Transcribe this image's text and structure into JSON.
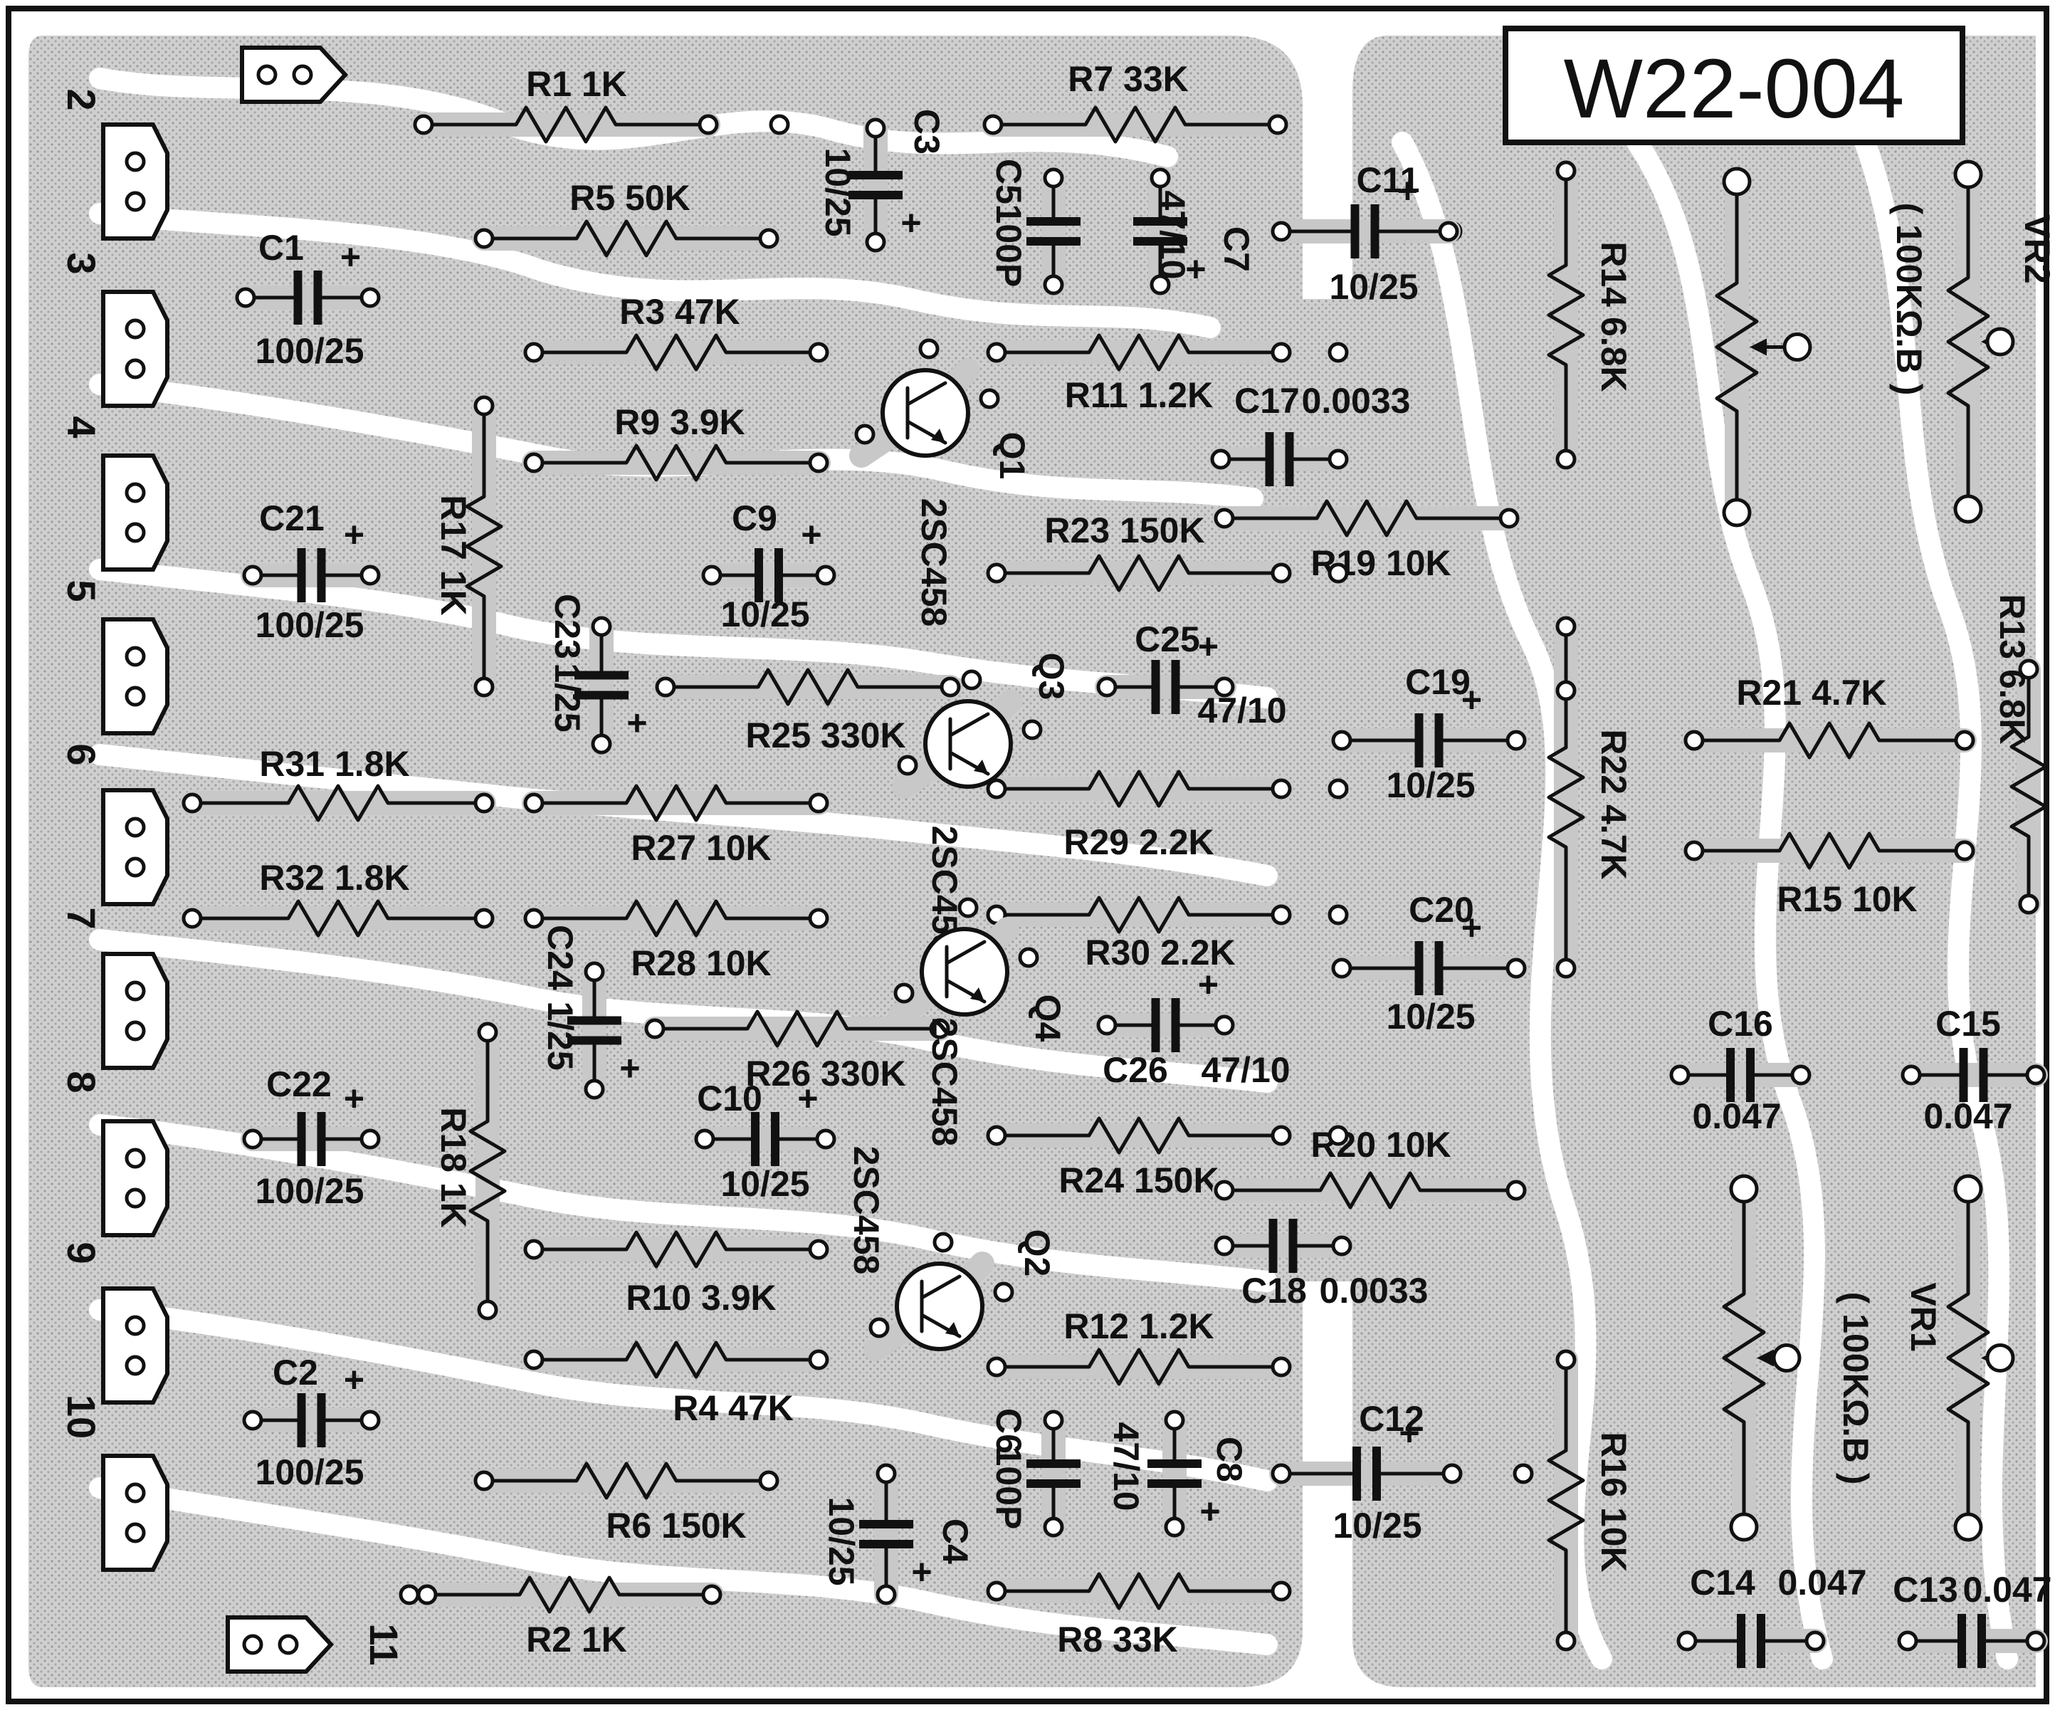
{
  "board_id": "W22-004",
  "edge_pins": [
    "2",
    "3",
    "4",
    "5",
    "6",
    "7",
    "8",
    "9",
    "10",
    "11"
  ],
  "colors": {
    "board": "#ffffff",
    "copper": "#c8c8c8",
    "ink": "#111111"
  },
  "resistors": [
    {
      "id": "r1",
      "label": "R1  1K"
    },
    {
      "id": "r2",
      "label": "R2  1K"
    },
    {
      "id": "r3",
      "label": "R3 47K"
    },
    {
      "id": "r4",
      "label": "R4  47K"
    },
    {
      "id": "r5",
      "label": "R5  50K"
    },
    {
      "id": "r6",
      "label": "R6  150K"
    },
    {
      "id": "r7",
      "label": "R7  33K"
    },
    {
      "id": "r8",
      "label": "R8  33K"
    },
    {
      "id": "r9",
      "label": "R9  3.9K"
    },
    {
      "id": "r10",
      "label": "R10 3.9K"
    },
    {
      "id": "r11",
      "label": "R11 1.2K"
    },
    {
      "id": "r12",
      "label": "R12 1.2K"
    },
    {
      "id": "r13",
      "label": "R13 6.8K"
    },
    {
      "id": "r14",
      "label": "R14 6.8K"
    },
    {
      "id": "r15",
      "label": "R15 10K"
    },
    {
      "id": "r16",
      "label": "R16 10K"
    },
    {
      "id": "r17",
      "label": "R17 1K"
    },
    {
      "id": "r18",
      "label": "R18 1K"
    },
    {
      "id": "r19",
      "label": "R19 10K"
    },
    {
      "id": "r20",
      "label": "R20 10K"
    },
    {
      "id": "r21",
      "label": "R21 4.7K"
    },
    {
      "id": "r22",
      "label": "R22 4.7K"
    },
    {
      "id": "r23",
      "label": "R23 150K"
    },
    {
      "id": "r24",
      "label": "R24 150K"
    },
    {
      "id": "r25",
      "label": "R25 330K"
    },
    {
      "id": "r26",
      "label": "R26 330K"
    },
    {
      "id": "r27",
      "label": "R27 10K"
    },
    {
      "id": "r28",
      "label": "R28 10K"
    },
    {
      "id": "r29",
      "label": "R29 2.2K"
    },
    {
      "id": "r30",
      "label": "R30 2.2K"
    },
    {
      "id": "r31",
      "label": "R31 1.8K"
    },
    {
      "id": "r32",
      "label": "R32 1.8K"
    }
  ],
  "capacitors": [
    {
      "id": "c1",
      "name": "C1",
      "value": "100/25"
    },
    {
      "id": "c2",
      "name": "C2",
      "value": "100/25"
    },
    {
      "id": "c3",
      "name": "C3",
      "value": "10/25"
    },
    {
      "id": "c4",
      "name": "C4",
      "value": "10/25"
    },
    {
      "id": "c5",
      "name": "C5",
      "value": "100P"
    },
    {
      "id": "c6",
      "name": "C6",
      "value": "100P"
    },
    {
      "id": "c7",
      "name": "C7",
      "value": "47/10"
    },
    {
      "id": "c8",
      "name": "C8",
      "value": "47/10"
    },
    {
      "id": "c9",
      "name": "C9",
      "value": "10/25"
    },
    {
      "id": "c10",
      "name": "C10",
      "value": "10/25"
    },
    {
      "id": "c11",
      "name": "C11",
      "value": "10/25"
    },
    {
      "id": "c12",
      "name": "C12",
      "value": "10/25"
    },
    {
      "id": "c13",
      "name": "C13",
      "value": "0.047"
    },
    {
      "id": "c14",
      "name": "C14",
      "value": "0.047"
    },
    {
      "id": "c15",
      "name": "C15",
      "value": "0.047"
    },
    {
      "id": "c16",
      "name": "C16",
      "value": "0.047"
    },
    {
      "id": "c17",
      "name": "C17",
      "value": "0.0033"
    },
    {
      "id": "c18",
      "name": "C18",
      "value": "0.0033"
    },
    {
      "id": "c19",
      "name": "C19",
      "value": "10/25"
    },
    {
      "id": "c20",
      "name": "C20",
      "value": "10/25"
    },
    {
      "id": "c21",
      "name": "C21",
      "value": "100/25"
    },
    {
      "id": "c22",
      "name": "C22",
      "value": "100/25"
    },
    {
      "id": "c23",
      "name": "C23",
      "value": "1/25"
    },
    {
      "id": "c24",
      "name": "C24",
      "value": "1/25"
    },
    {
      "id": "c25",
      "name": "C25",
      "value": "47/10"
    },
    {
      "id": "c26",
      "name": "C26",
      "value": "47/10"
    }
  ],
  "transistors": [
    {
      "id": "q1",
      "name": "Q1",
      "part": "2SC458"
    },
    {
      "id": "q2",
      "name": "Q2",
      "part": "2SC458"
    },
    {
      "id": "q3",
      "name": "Q3",
      "part": "2SC458"
    },
    {
      "id": "q4",
      "name": "Q4",
      "part": "2SC458"
    }
  ],
  "pots": [
    {
      "id": "vr1",
      "name": "VR1",
      "value": "( 100KΩ.B )"
    },
    {
      "id": "vr2",
      "name": "VR2",
      "value": "( 100KΩ.B )"
    }
  ],
  "polarity_mark": "+"
}
